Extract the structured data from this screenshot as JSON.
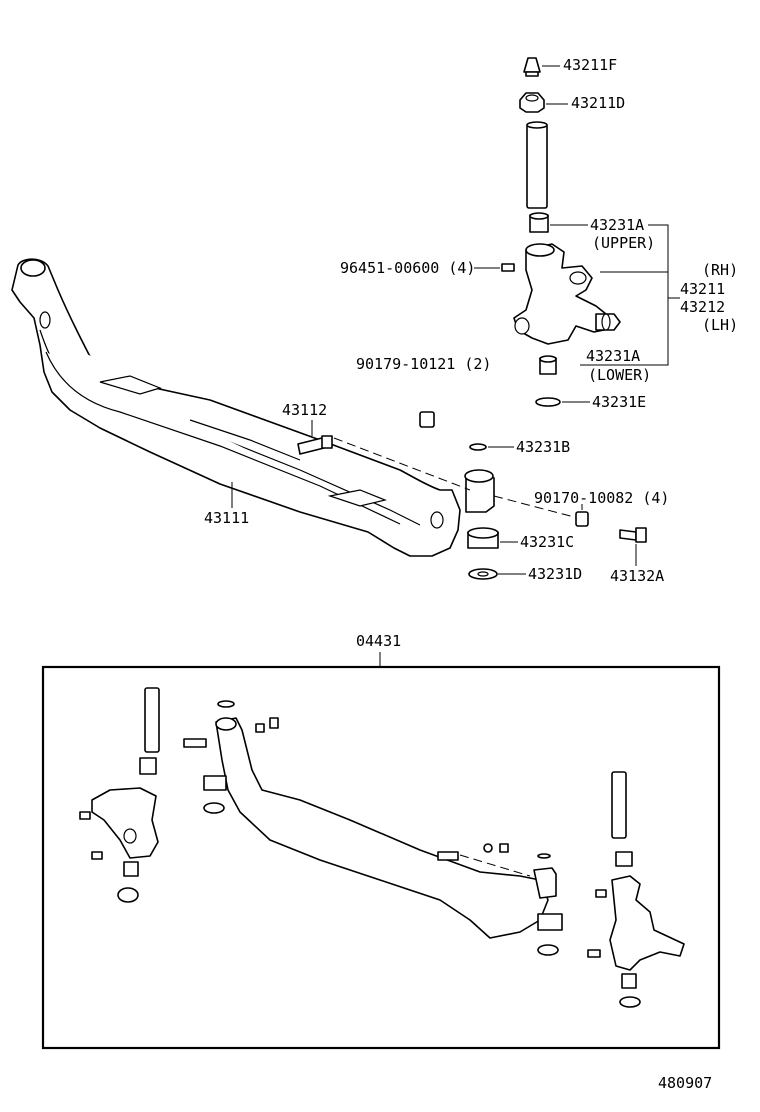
{
  "labels": {
    "p43211F": "43211F",
    "p43211D": "43211D",
    "p43231A_upper": "43231A",
    "upper": "(UPPER)",
    "p96451": "96451-00600 (4)",
    "rh": "(RH)",
    "p43211": "43211",
    "p43212": "43212",
    "lh": "(LH)",
    "p90179": "90179-10121 (2)",
    "p43231A_lower": "43231A",
    "lower": "(LOWER)",
    "p43112": "43112",
    "p43231E": "43231E",
    "p43231B": "43231B",
    "p90170": "90170-10082 (4)",
    "p43111": "43111",
    "p43231C": "43231C",
    "p43231D": "43231D",
    "p43132A": "43132A",
    "kit": "04431",
    "figure_number": "480907"
  }
}
